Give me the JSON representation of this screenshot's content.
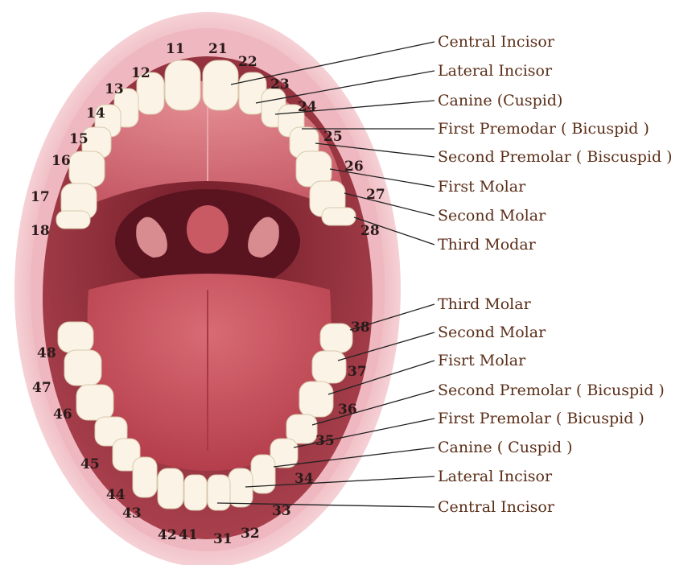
{
  "upper_labels": [
    "Central Incisor",
    "Lateral Incisor",
    "Canine (Cuspid)",
    "First Premodar ( Bicuspid )",
    "Second Premolar ( Biscuspid )",
    "First Molar",
    "Second Molar",
    "Third Modar"
  ],
  "lower_labels": [
    "Third Molar",
    "Second Molar",
    "Fisrt Molar",
    "Second Premolar ( Bicuspid )",
    "First Premolar ( Bicuspid  )",
    "Canine ( Cuspid )",
    "Lateral Incisor",
    "Central Incisor"
  ],
  "tooth_numbers": {
    "upper_right": [
      "11",
      "12",
      "13",
      "14",
      "15",
      "16",
      "17",
      "18"
    ],
    "upper_left": [
      "21",
      "22",
      "23",
      "24",
      "25",
      "26",
      "27",
      "28"
    ],
    "lower_left": [
      "31",
      "32",
      "33",
      "34",
      "35",
      "36",
      "37",
      "38"
    ],
    "lower_right": [
      "41",
      "42",
      "43",
      "44",
      "45",
      "46",
      "47",
      "48"
    ]
  },
  "colors": {
    "lips": "#f2c6cc",
    "lip_inner": "#e59aa5",
    "mouth_cavity": "#8a2532",
    "palate": "#d9737b",
    "tongue": "#c9505c",
    "tooth": "#fbf4e6",
    "label_text": "#5a2e18"
  }
}
